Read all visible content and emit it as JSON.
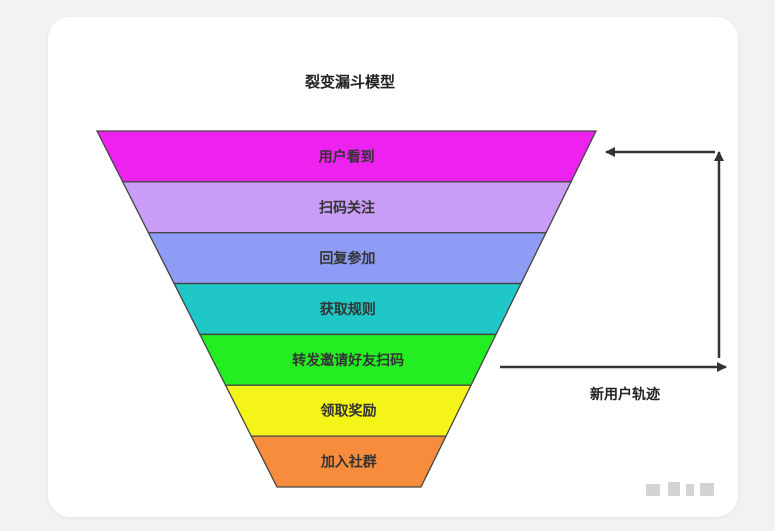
{
  "title": "裂变漏斗模型",
  "side_label": "新用户轨迹",
  "layers": [
    {
      "label": "用户看到",
      "color": "#ee22ee"
    },
    {
      "label": "扫码关注",
      "color": "#c99cf5"
    },
    {
      "label": "回复参加",
      "color": "#8f9cf6"
    },
    {
      "label": "获取规则",
      "color": "#1fc7c7"
    },
    {
      "label": "转发邀请好友扫码",
      "color": "#22ee22"
    },
    {
      "label": "领取奖励",
      "color": "#f4f419"
    },
    {
      "label": "加入社群",
      "color": "#f78c3c"
    }
  ]
}
